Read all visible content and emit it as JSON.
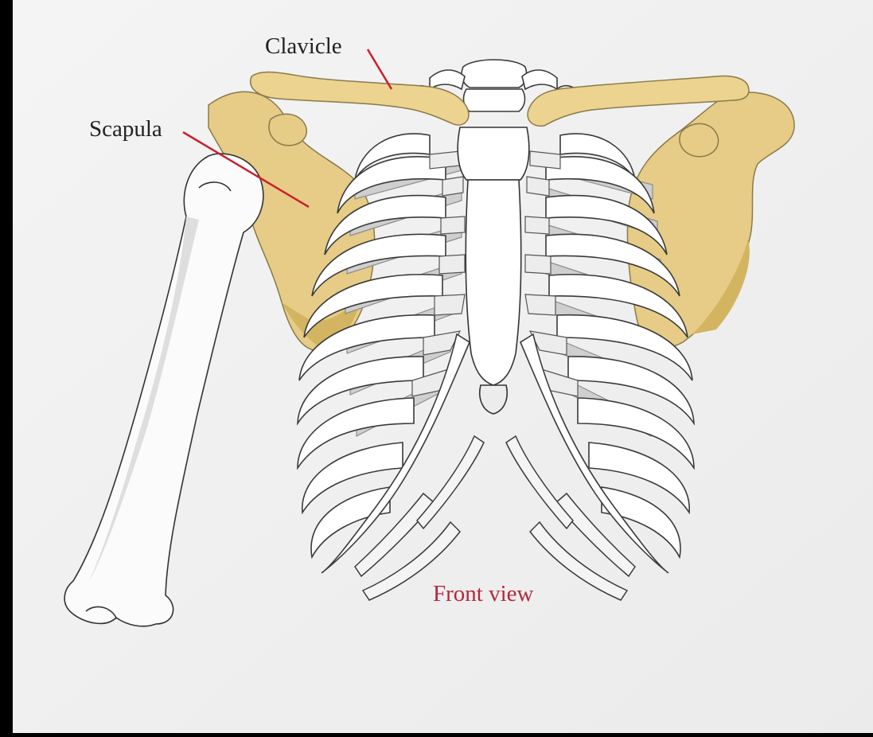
{
  "labels": {
    "clavicle": "Clavicle",
    "scapula": "Scapula",
    "view": "Front view"
  },
  "colors": {
    "background": "#f1f1f1",
    "bone": "#ffffff",
    "bone_outline": "#3a3a3a",
    "bone_shadow": "#d6d6d6",
    "highlight_bone": "#ead190",
    "highlight_shadow": "#d7b765",
    "leader_line": "#c8202e",
    "caption": "#b4283c",
    "frame": "#000000"
  },
  "icons": {
    "humerus": "humerus-bone-icon",
    "ribcage": "ribcage-icon"
  }
}
